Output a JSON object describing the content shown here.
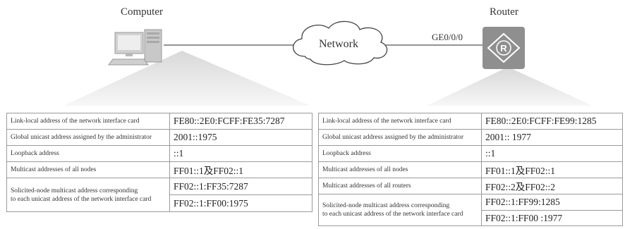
{
  "nodes": {
    "computer_label": "Computer",
    "router_label": "Router",
    "network_label": "Network",
    "router_interface": "GE0/0/0"
  },
  "computer_table": {
    "rows": [
      {
        "key": "Link-local address of the network interface card",
        "value": "FE80::2E0:FCFF:FE35:7287"
      },
      {
        "key": "Global unicast address assigned by the administrator",
        "value": "2001::1975"
      },
      {
        "key": "Loopback address",
        "value": "::1"
      },
      {
        "key": "Multicast addresses of all nodes",
        "value": "FF01::1及FF02::1"
      },
      {
        "key_line1": "Solicited-node multicast address corresponding",
        "key_line2": "to each unicast address of the network interface card",
        "value1": "FF02::1:FF35:7287",
        "value2": "FF02::1:FF00:1975"
      }
    ]
  },
  "router_table": {
    "rows": [
      {
        "key": "Link-local address of the network interface card",
        "value": "FE80::2E0:FCFF:FE99:1285"
      },
      {
        "key": "Global unicast address assigned by the administrator",
        "value": "2001:: 1977"
      },
      {
        "key": "Loopback address",
        "value": "::1"
      },
      {
        "key": "Multicast addresses of all nodes",
        "value": "FF01::1及FF02::1"
      },
      {
        "key": "Multicast addresses of all routers",
        "value": "FF02::2及FF02::2"
      },
      {
        "key_line1": "Solicited-node multicast address corresponding",
        "key_line2": "to each unicast address of the network interface card",
        "value1": "FF02::1:FF99:1285",
        "value2": "FF02::1:FF00 :1977"
      }
    ]
  },
  "icons": {
    "computer": "desktop-computer-icon",
    "router": "router-icon",
    "network": "cloud-icon"
  }
}
